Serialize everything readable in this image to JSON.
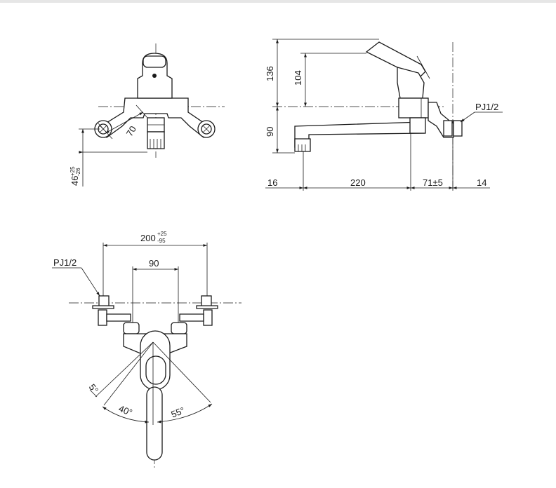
{
  "front_view": {
    "dim_70": "70",
    "dim_46": "46",
    "dim_46_tol_upper": "+25",
    "dim_46_tol_lower": "-26"
  },
  "side_view": {
    "dim_136": "136",
    "dim_104": "104",
    "dim_90": "90",
    "dim_16": "16",
    "dim_220": "220",
    "dim_71": "71±5",
    "dim_14": "14",
    "label_pj": "PJ1/2"
  },
  "top_view": {
    "dim_200": "200",
    "dim_200_tol_upper": "+25",
    "dim_200_tol_lower": "-95",
    "dim_90": "90",
    "label_pj": "PJ1/2",
    "angle_5": "5°",
    "angle_40": "40°",
    "angle_55": "55°"
  }
}
